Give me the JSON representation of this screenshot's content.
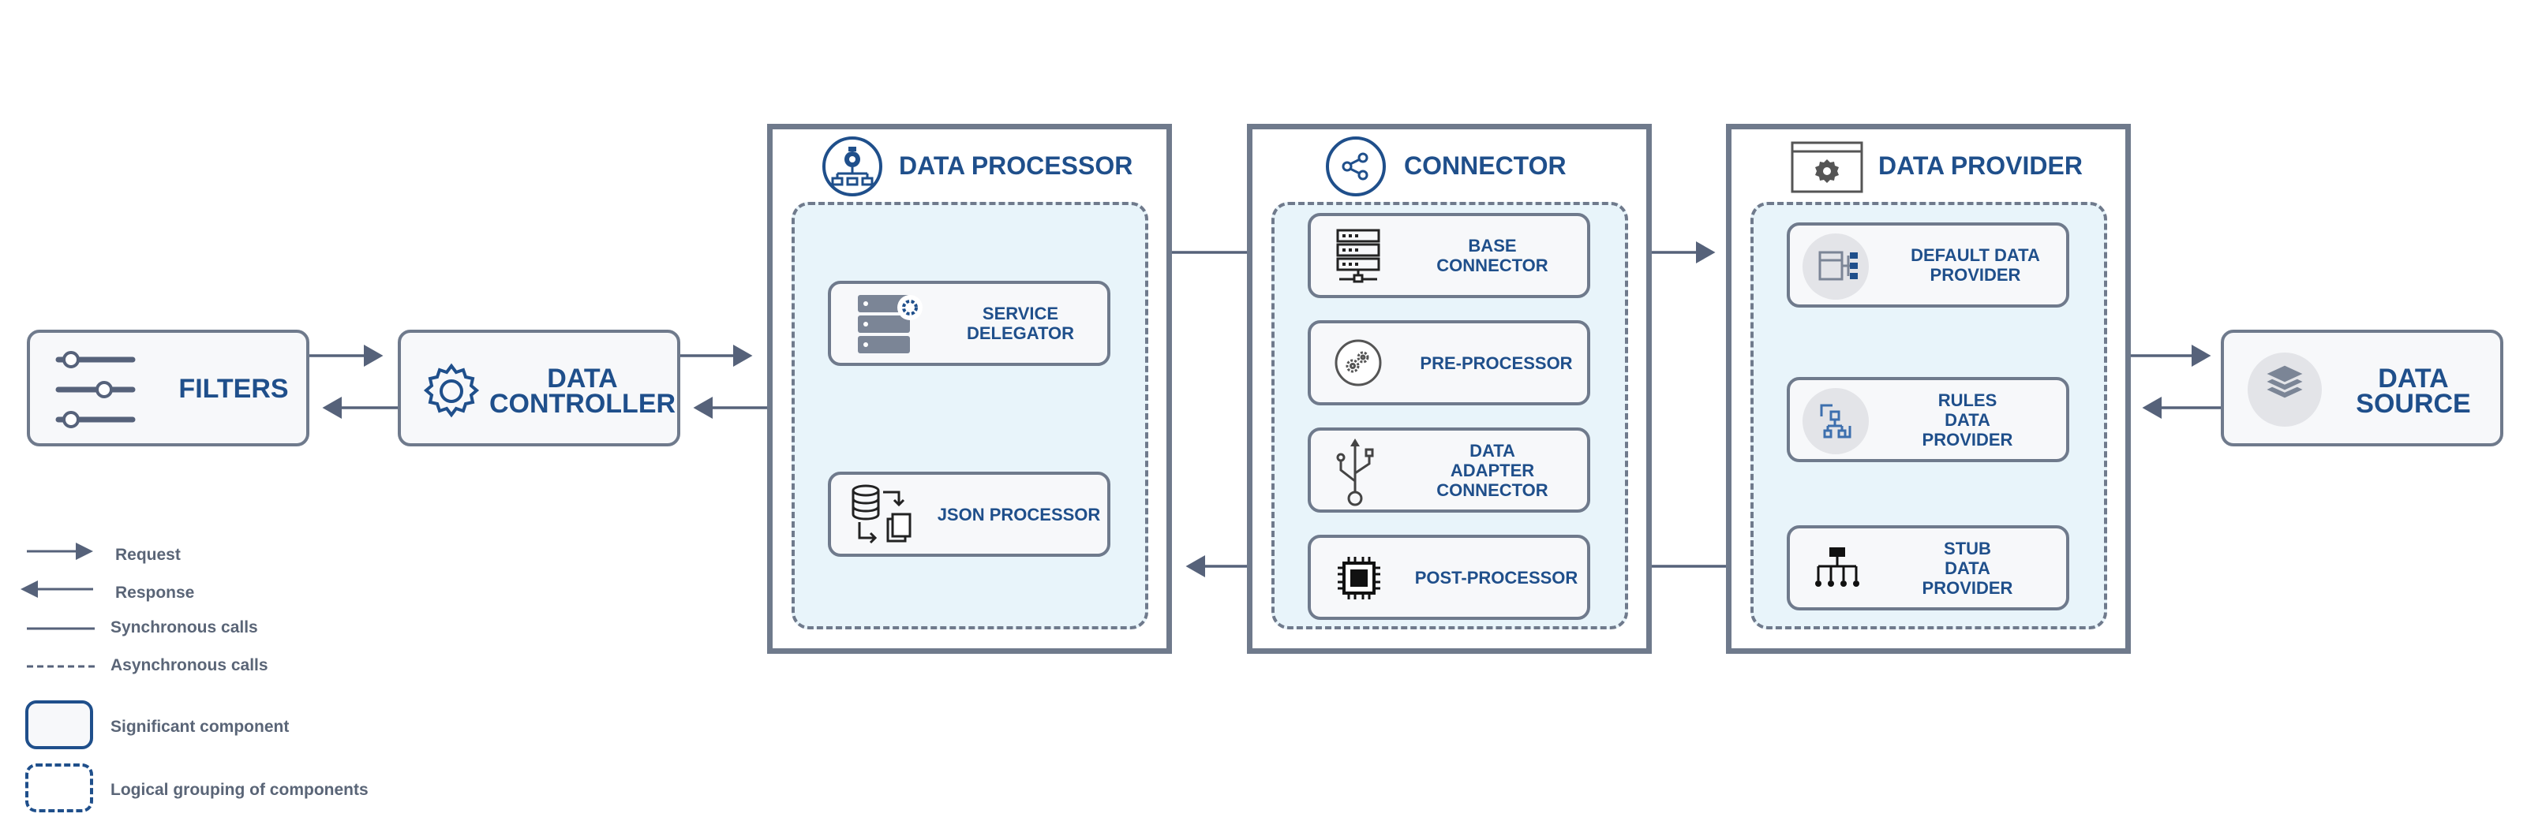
{
  "filters": {
    "label": "FILTERS"
  },
  "data_controller": {
    "label": "DATA\nCONTROLLER"
  },
  "data_processor": {
    "title": "DATA PROCESSOR",
    "service_delegator": "SERVICE\nDELEGATOR",
    "json_processor": "JSON PROCESSOR"
  },
  "connector": {
    "title": "CONNECTOR",
    "base_connector": "BASE\nCONNECTOR",
    "pre_processor": "PRE-PROCESSOR",
    "data_adapter_connector": "DATA\nADAPTER\nCONNECTOR",
    "post_processor": "POST-PROCESSOR"
  },
  "data_provider": {
    "title": "DATA PROVIDER",
    "default": "DEFAULT DATA\nPROVIDER",
    "rules": "RULES\nDATA\nPROVIDER",
    "stub": "STUB\nDATA\nPROVIDER"
  },
  "data_source": {
    "label": "DATA\nSOURCE"
  },
  "legend": {
    "request": "Request",
    "response": "Response",
    "sync": "Synchronous calls",
    "async": "Asynchronous calls",
    "significant": "Significant component",
    "logical": "Logical grouping of components"
  },
  "colors": {
    "stroke": "#6f7a8c",
    "text": "#1f4f8b",
    "group_fill": "#e8f4fa",
    "arrow": "#56627a"
  }
}
